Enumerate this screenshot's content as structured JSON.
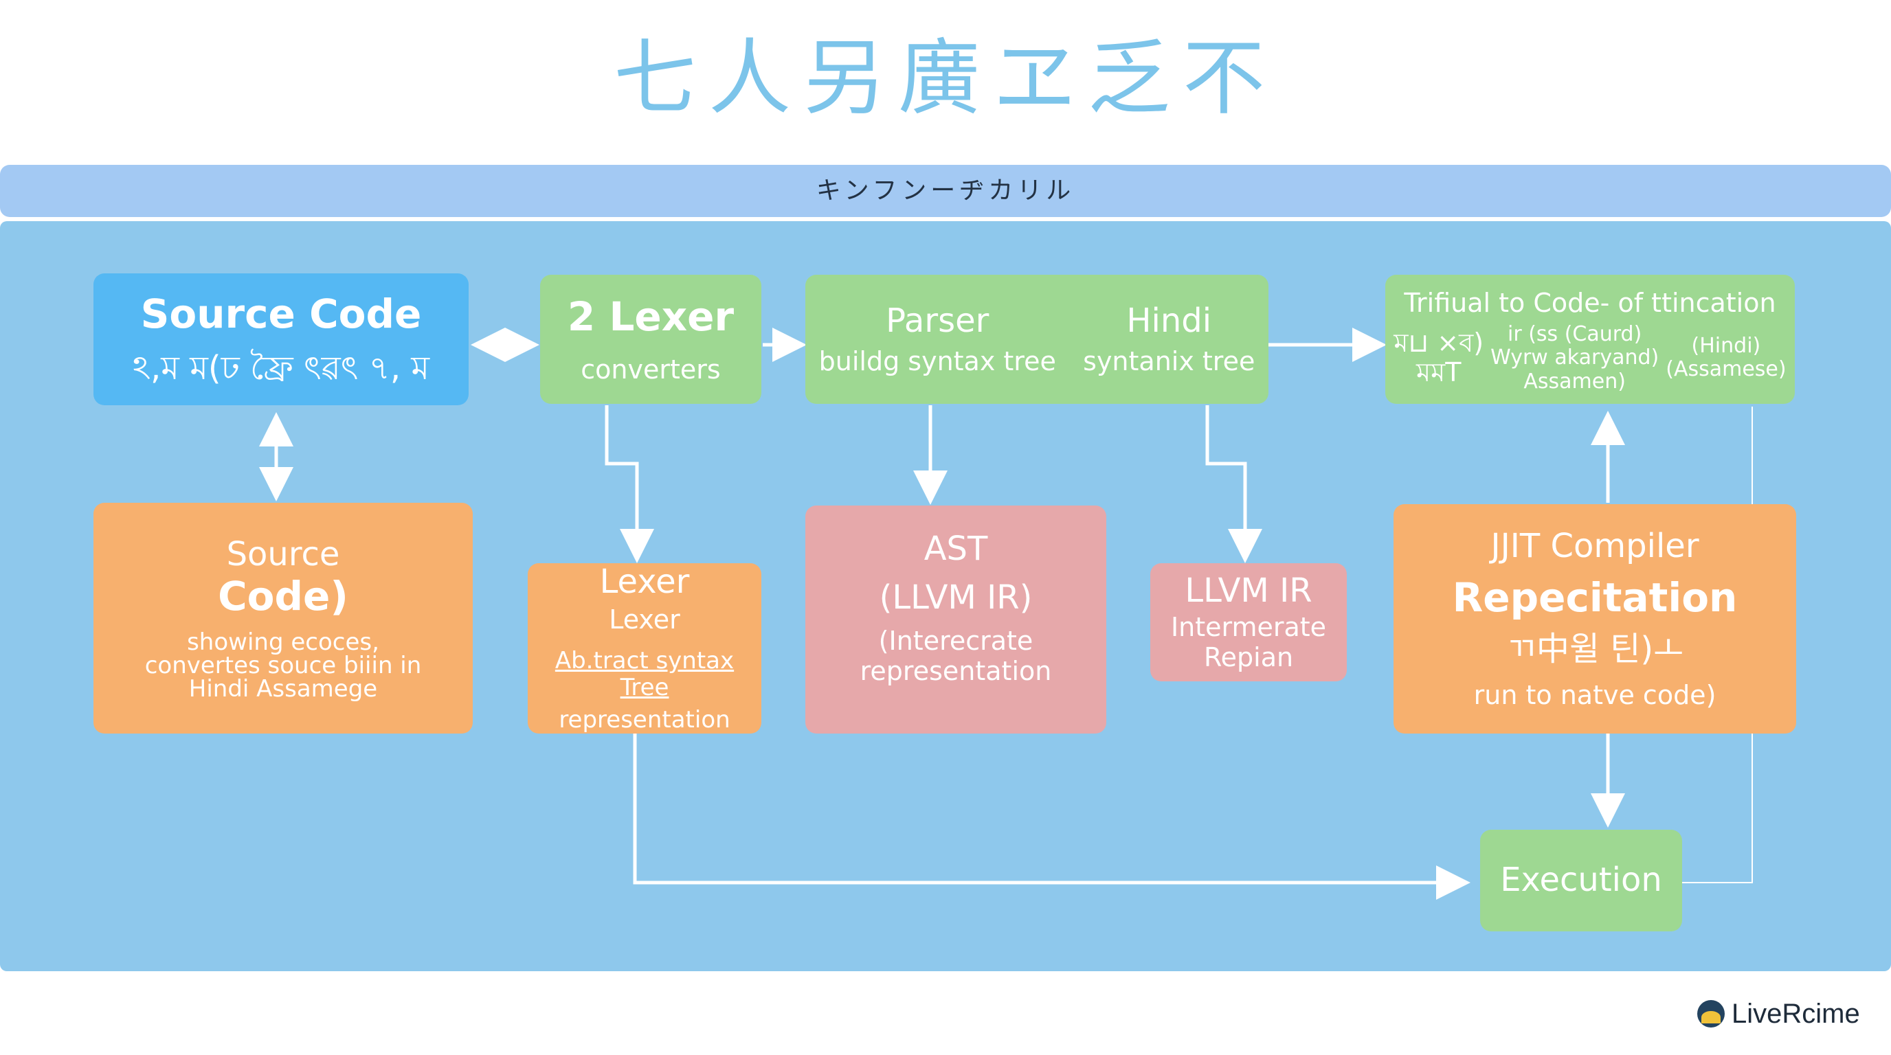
{
  "title": "七人另廣ヱ乏不",
  "banner": "キンフンーヂカリル",
  "boxes": {
    "source_code_top": {
      "title": "Source Code",
      "line2": "ঽ,ম ম(ঢ ফ্রৈ ৎৱৎ ৭, ম"
    },
    "lexer_top": {
      "title": "2 Lexer",
      "line2": "converters"
    },
    "parser": {
      "title_left": "Parser",
      "sub_left": "buildg syntax tree",
      "title_right": "Hindi",
      "sub_right": "syntanix tree"
    },
    "trifluential": {
      "title": "Trifiual to Code- of ttincation",
      "col1_l1": "ম⊔ ×ব)",
      "col1_l2": "মমT",
      "col2_l1": "ir (ss (Caurd)",
      "col2_l2": "Wyrw akaryand)",
      "col2_l3": "Assamen)",
      "col3_l1": "(Hindi)",
      "col3_l2": "(Assamese)"
    },
    "source_code_bottom": {
      "title_l1": "Source",
      "title_l2": "Code)",
      "d1": "showing ecoces,",
      "d2": "convertes souce biiin in",
      "d3": "Hindi Assamege"
    },
    "lexer_bottom": {
      "t1": "Lexer",
      "t2": "Lexer",
      "t3": "Ab.tract syntax Tree",
      "t4": "representation"
    },
    "ast": {
      "t1": "AST",
      "t2": "(LLVM IR)",
      "t3": "(Interecrate",
      "t4": "representation"
    },
    "llvm_ir": {
      "t1": "LLVM IR",
      "t2": "Intermerate",
      "t3": "Repian"
    },
    "jit": {
      "t1": "JJIT Compiler",
      "t2": "Repecitation",
      "t3": "ㄲ中윌 틴)ㅗ",
      "t4": "run to natve code)"
    },
    "execution": {
      "t1": "Execution"
    }
  },
  "logo_text": "LiveRcime",
  "colors": {
    "title": "#7cc4ea",
    "banner": "#a3c9f3",
    "panel": "#8ec8ec",
    "blue_box": "#55b8f3",
    "green_box": "#9ed892",
    "orange_box": "#f7b06e",
    "pink_box": "#e6a8aa"
  }
}
